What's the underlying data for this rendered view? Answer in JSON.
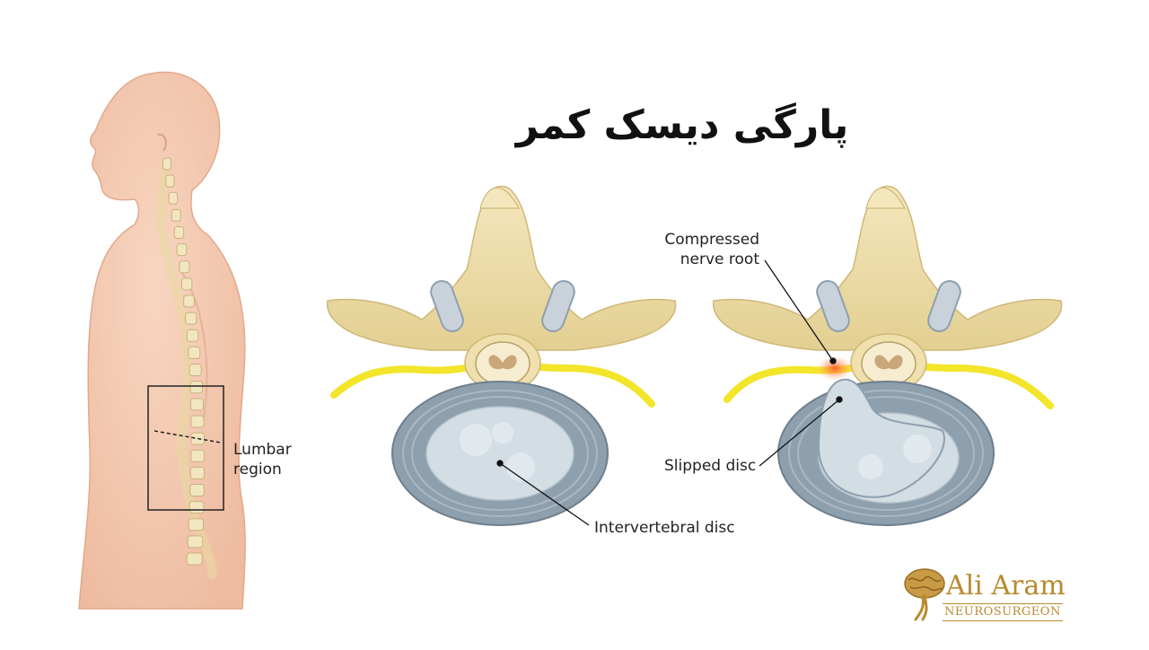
{
  "title": "پارگی دیسک کمر",
  "labels": {
    "lumbar_region": "Lumbar\nregion",
    "intervertebral_disc": "Intervertebral disc",
    "compressed_nerve_root": "Compressed\nnerve root",
    "slipped_disc": "Slipped disc"
  },
  "logo": {
    "name": "Ali Aram",
    "subtitle": "NEUROSURGEON",
    "icon": "brain-icon"
  },
  "colors": {
    "skin": "#f4c6ad",
    "bone": "#efe0ae",
    "nerve": "#f2e52a",
    "disc_outer": "#8e9fae",
    "disc_inner": "#d3dde4",
    "inflamed": "#f08a4b",
    "gold": "#b98a2e"
  }
}
